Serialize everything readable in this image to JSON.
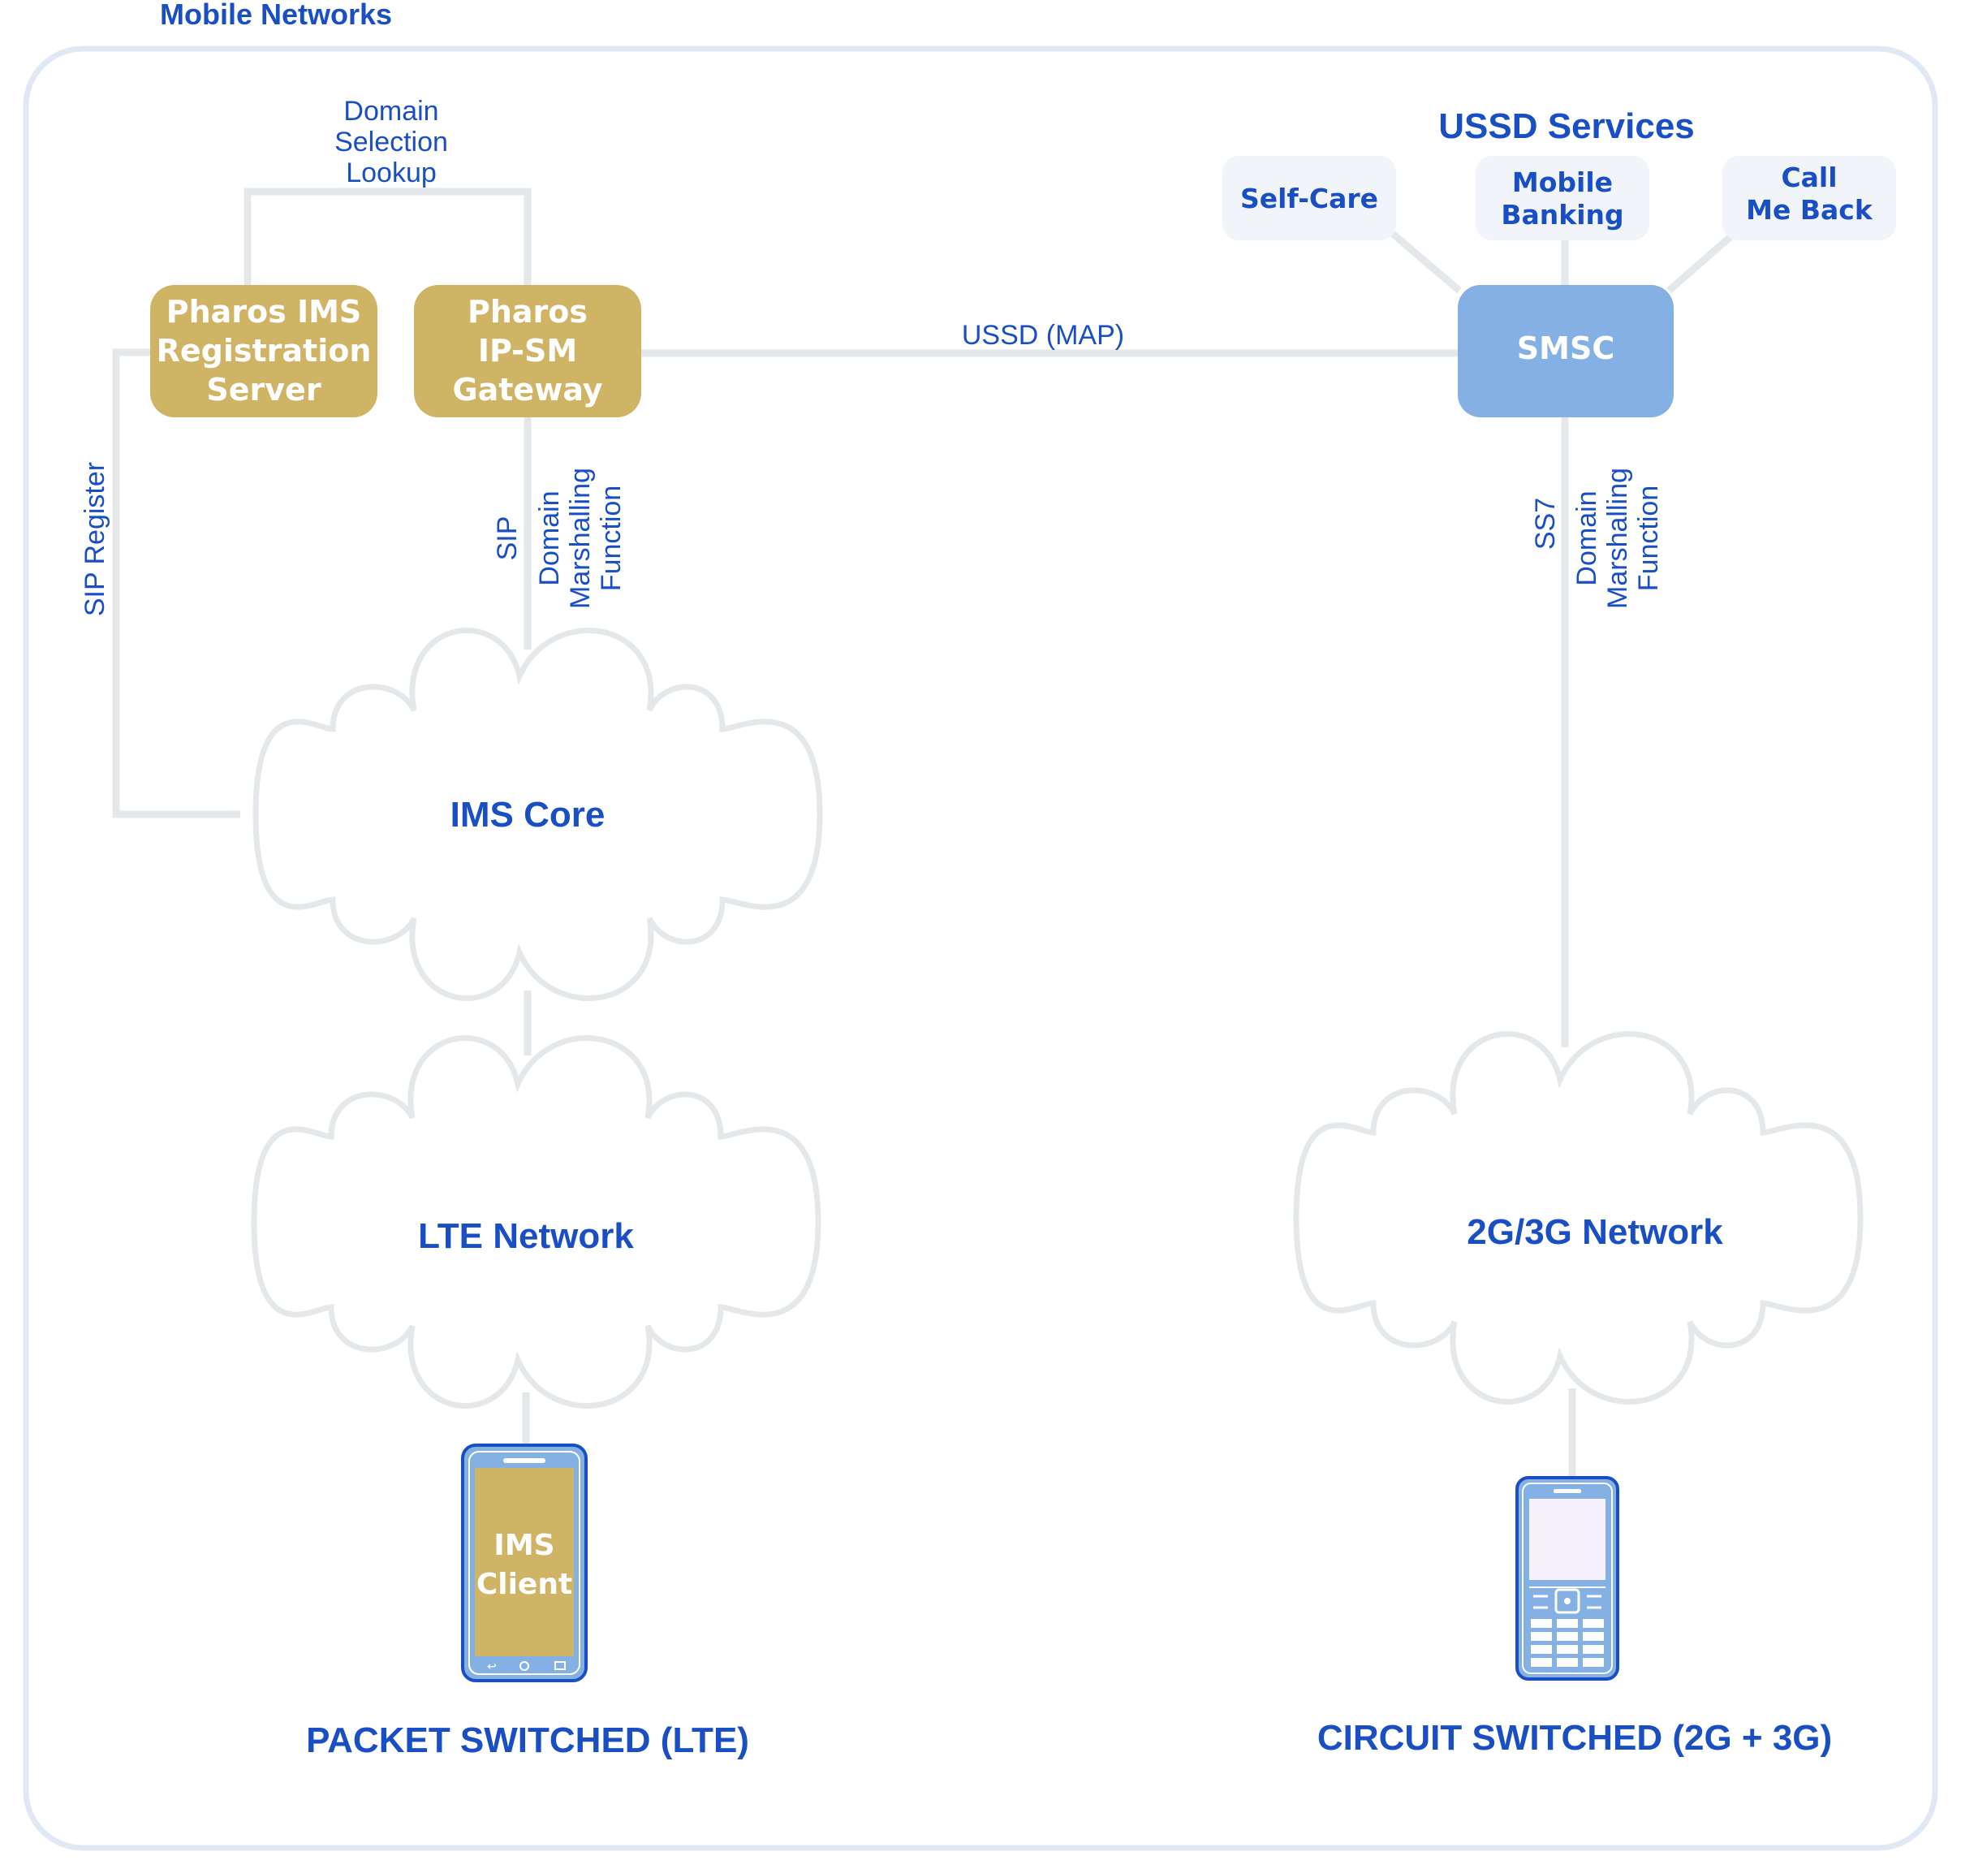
{
  "title": "Mobile Networks",
  "ussd_services": {
    "heading": "USSD Services",
    "items": [
      {
        "label_lines": [
          "Self-Care"
        ]
      },
      {
        "label_lines": [
          "Mobile",
          "Banking"
        ]
      },
      {
        "label_lines": [
          "Call",
          "Me Back"
        ]
      }
    ]
  },
  "nodes": {
    "registration_server": {
      "label_lines": [
        "Pharos IMS",
        "Registration",
        "Server"
      ]
    },
    "ipsm_gateway": {
      "label_lines": [
        "Pharos",
        "IP-SM",
        "Gateway"
      ]
    },
    "smsc": {
      "label": "SMSC"
    },
    "ims_core": {
      "label": "IMS Core"
    },
    "lte_network": {
      "label": "LTE Network"
    },
    "network_2g3g": {
      "label": "2G/3G Network"
    },
    "ims_client": {
      "label_lines": [
        "IMS",
        "Client"
      ]
    }
  },
  "edge_labels": {
    "domain_selection_lookup": [
      "Domain",
      "Selection",
      "Lookup"
    ],
    "ussd_map": "USSD (MAP)",
    "sip_register": "SIP Register",
    "sip": "SIP",
    "ss7": "SS7",
    "domain_marshalling_left": [
      "Domain",
      "Marshalling",
      "Function"
    ],
    "domain_marshalling_right": [
      "Domain",
      "Marshalling",
      "Function"
    ]
  },
  "sections": {
    "packet_switched": "PACKET SWITCHED (LTE)",
    "circuit_switched": "CIRCUIT SWITCHED (2G + 3G)"
  },
  "colors": {
    "gold": "#cfb466",
    "smsc_blue": "#85b0e4",
    "text_blue": "#1a4fc4",
    "line_gray": "#e4e8ea",
    "frame": "#dfe8f3",
    "service_box": "#f1f5f9"
  }
}
